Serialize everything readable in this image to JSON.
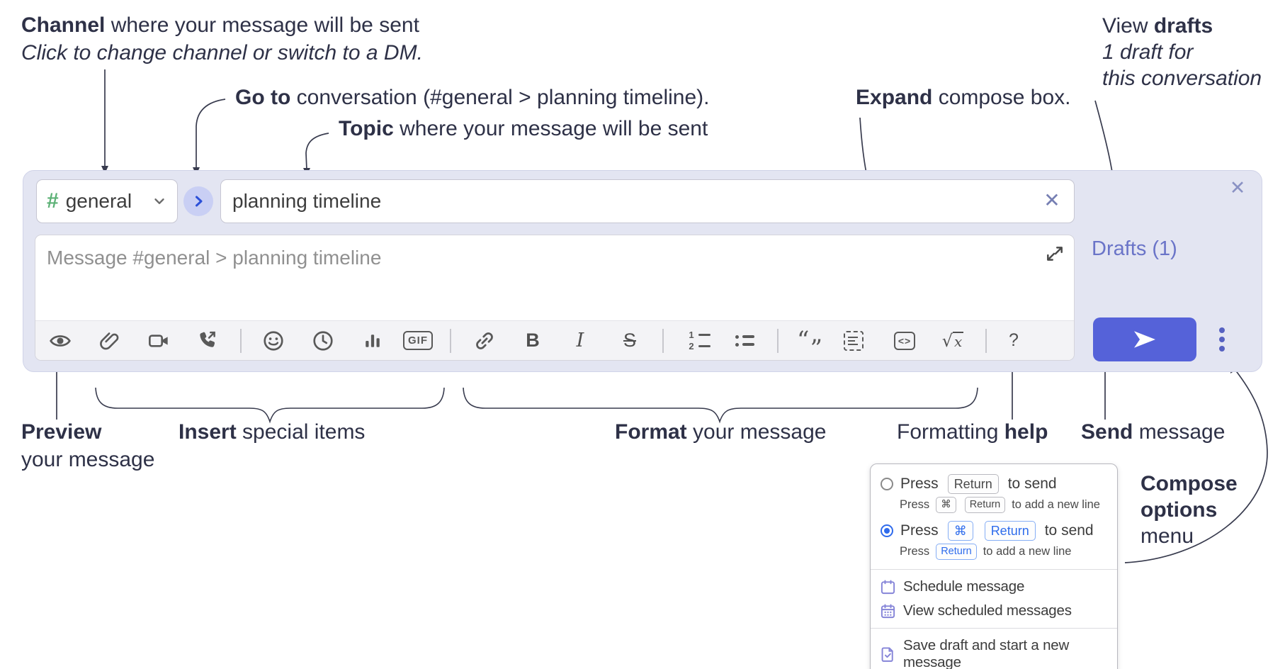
{
  "annotations": {
    "channel_b": "Channel",
    "channel_r": " where your message will be sent",
    "channel_i": "Click to change channel or switch to a DM.",
    "goto_b": "Go to",
    "goto_r": " conversation (#general > planning timeline).",
    "topic_b": "Topic",
    "topic_r": " where your message will be sent",
    "expand_b": "Expand",
    "expand_r": " compose box.",
    "drafts_r1a": "View ",
    "drafts_r1b": "drafts",
    "drafts_r2": "1 draft for",
    "drafts_r3": "this conversation",
    "preview_b": "Preview",
    "preview_r": "your message",
    "insert_b": "Insert",
    "insert_r": " special items",
    "format_b": "Format",
    "format_r": " your message",
    "help_a": "Formatting ",
    "help_b": "help",
    "send_b": "Send",
    "send_r": " message",
    "opts_l1": "Compose",
    "opts_l2": "options",
    "opts_l3": "menu"
  },
  "compose": {
    "hash": "#",
    "channel_name": "general",
    "topic_value": "planning timeline",
    "topic_clear": "✕",
    "close": "✕",
    "message_placeholder": "Message #general > planning timeline",
    "drafts_link": "Drafts (1)",
    "toolbar": {
      "gif": "GIF",
      "bold": "B",
      "italic": "I",
      "strike": "S",
      "ol_1": "1",
      "ol_2": "2",
      "quote_open": "“",
      "quote_close": "”",
      "code": "<>",
      "math_root": "√",
      "math_x": "x",
      "help": "?"
    }
  },
  "popup": {
    "opt1_main_pre": "Press",
    "opt1_main_key": "Return",
    "opt1_main_post": "to send",
    "opt1_sub_pre": "Press",
    "opt1_sub_key1": "⌘",
    "opt1_sub_key2": "Return",
    "opt1_sub_post": "to add a new line",
    "opt2_main_pre": "Press",
    "opt2_main_key1": "⌘",
    "opt2_main_key2": "Return",
    "opt2_main_post": "to send",
    "opt2_sub_pre": "Press",
    "opt2_sub_key": "Return",
    "opt2_sub_post": "to add a new line",
    "item_schedule": "Schedule message",
    "item_view_scheduled": "View scheduled messages",
    "item_save_draft": "Save draft and start a new message"
  },
  "colors": {
    "compose_bg": "#e3e5f2",
    "send_button": "#5562d9",
    "drafts_link": "#6a74c8",
    "hash_green": "#5cb176",
    "goto_chevron": "#2c50d8",
    "goto_bg": "#c9cff4",
    "popup_icon_purple": "#8584d8",
    "radio_selected_blue": "#2f6bec",
    "annotation_text": "#2e3147",
    "toolbar_icon": "#595959"
  }
}
